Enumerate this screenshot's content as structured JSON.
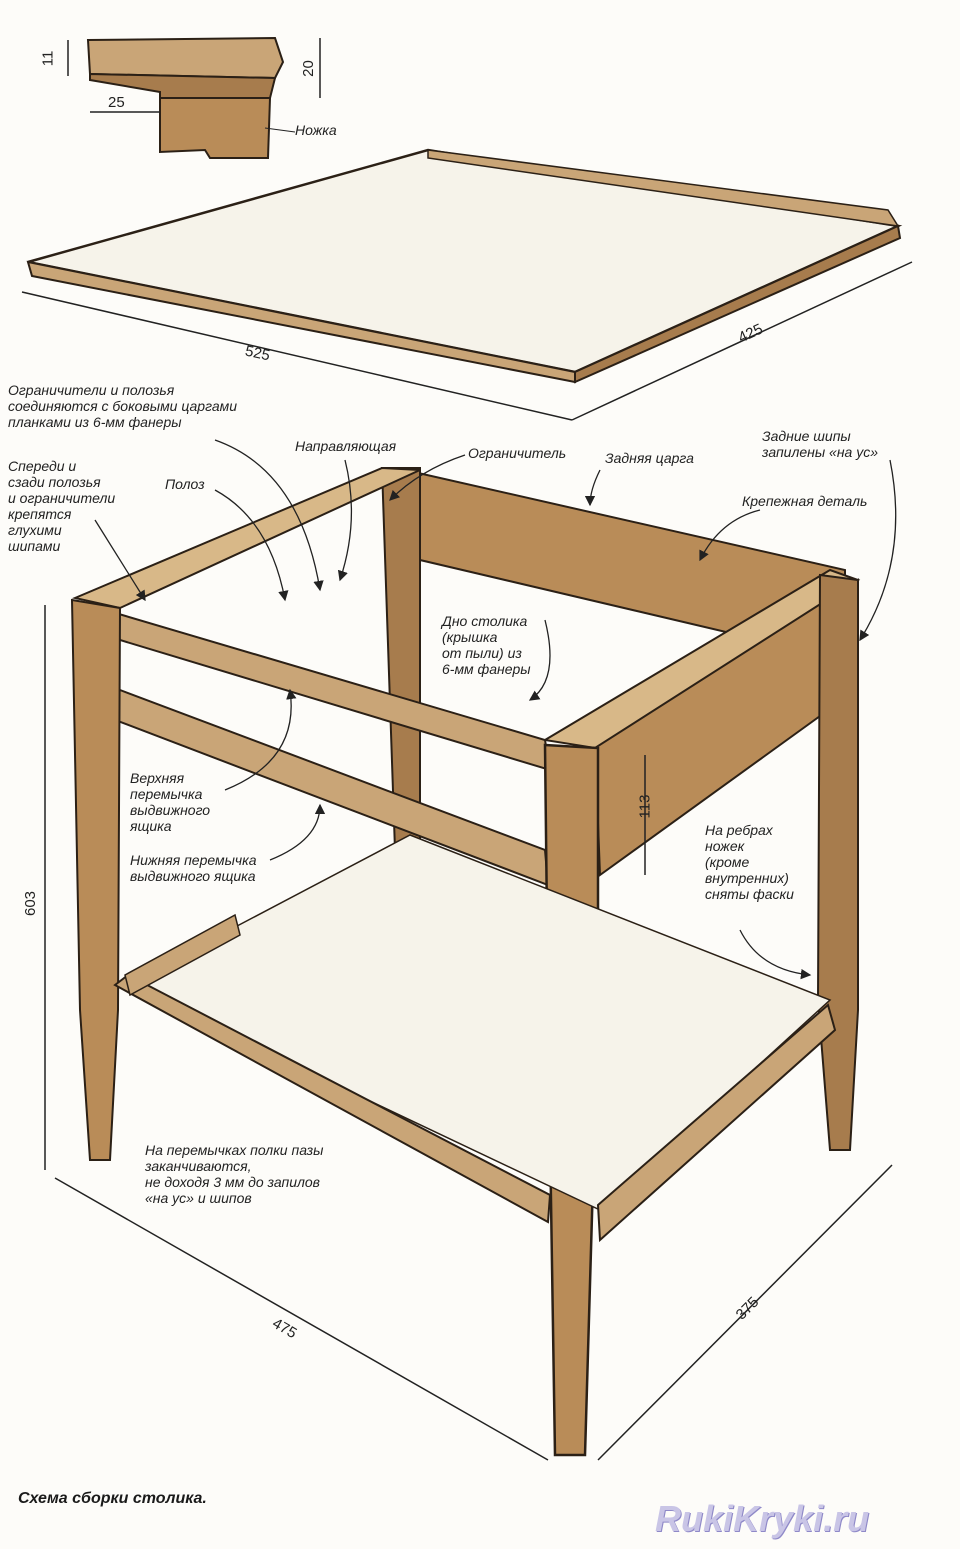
{
  "diagram": {
    "caption": "Схема сборки столика.",
    "watermark": "RukiKryki.ru",
    "colors": {
      "wood": "#b98c58",
      "wood_dark": "#8a5e34",
      "wood_light": "#d8b888",
      "panel": "#f6f3ea",
      "ink": "#2b2016"
    },
    "labels": {
      "nozhka": "Ножка",
      "ogranichiteli_note": "Ограничители и полозья\nсоединяются с боковыми царгами\nпланками из 6-мм фанеры",
      "speredi_note": "Спереди и\nсзади полозья\nи ограничители\nкрепятся\nглухими\nшипами",
      "poloz": "Полоз",
      "napravlyayushchaya": "Направляющая",
      "ogranichitel": "Ограничитель",
      "zadnyaya_carga": "Задняя царга",
      "zadnie_shipy": "Задние шипы\nзапилены «на ус»",
      "krepezhnaya": "Крепежная деталь",
      "dno": "Дно столика\n(крышка\nот пыли) из\n6-мм фанеры",
      "verkhnyaya": "Верхняя\nперемычка\nвыдвижного\nящика",
      "nizhnyaya": "Нижняя перемычка\nвыдвижного ящика",
      "na_rebrakh": "На ребрах\nножек\n(кроме\nвнутренних)\nсняты фаски",
      "na_peremychkakh": "На перемычках полки пазы\nзаканчиваются,\nне доходя 3 мм до запилов\n«на ус» и шипов"
    },
    "dimensions": {
      "d11": "11",
      "d20": "20",
      "d25": "25",
      "d525": "525",
      "d425": "425",
      "d113": "113",
      "d603": "603",
      "d475": "475",
      "d375": "375"
    }
  }
}
